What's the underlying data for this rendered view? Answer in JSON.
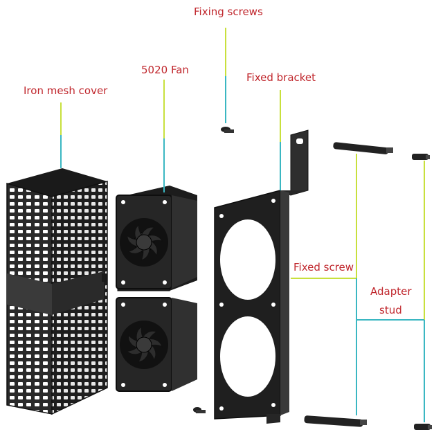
{
  "labels": {
    "fixing_screws": "Fixing screws",
    "fan": "5020 Fan",
    "fixed_bracket": "Fixed bracket",
    "iron_mesh_cover": "Iron mesh cover",
    "fixed_screw": "Fixed screw",
    "adapter_stud_line1": "Adapter",
    "adapter_stud_line2": "stud"
  },
  "colors": {
    "label_text": "#c0262c",
    "leader_lime": "#c8e03c",
    "leader_cyan": "#3ab7c2",
    "part_dark": "#1c1c1c",
    "part_mid": "#3a3a3a"
  }
}
